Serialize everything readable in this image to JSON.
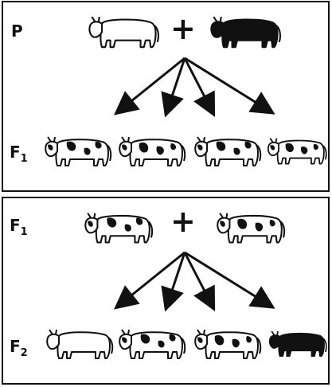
{
  "colors": {
    "line": "#111111",
    "background": "#ffffff"
  },
  "panels": [
    {
      "parent_label": "P",
      "offspring_label_main": "F",
      "offspring_label_sub": "1",
      "cross_symbol": "+",
      "parents": [
        "white",
        "black"
      ],
      "offspring": [
        "spotted",
        "spotted",
        "spotted",
        "spotted"
      ]
    },
    {
      "parent_label_main": "F",
      "parent_label_sub": "1",
      "offspring_label_main": "F",
      "offspring_label_sub": "2",
      "cross_symbol": "+",
      "parents": [
        "spotted",
        "spotted"
      ],
      "offspring": [
        "white",
        "spotted",
        "spotted",
        "black"
      ]
    }
  ]
}
